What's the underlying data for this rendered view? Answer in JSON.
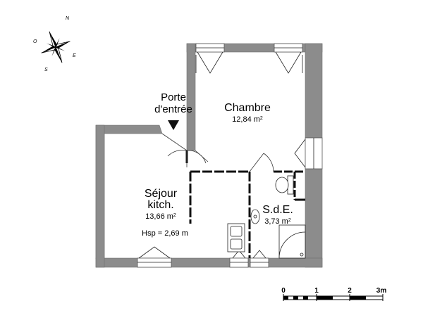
{
  "entry": {
    "line1": "Porte",
    "line2": "d'entrée"
  },
  "rooms": {
    "chambre": {
      "name": "Chambre",
      "area": "12,84 m",
      "sup": "2"
    },
    "sejour": {
      "name1": "Séjour",
      "name2": "kitch.",
      "area": "13,66 m",
      "sup": "2",
      "height": "Hsp = 2,69 m"
    },
    "sde": {
      "name": "S.d.E.",
      "area": "3,73 m",
      "sup": "2"
    }
  },
  "compass": {
    "n": "N",
    "e": "E",
    "s": "S",
    "o": "O"
  },
  "scale": {
    "labels": [
      "0",
      "1",
      "2",
      "3m"
    ]
  },
  "colors": {
    "wall": "#8c8c8c",
    "wall_edge": "#6e6e6e",
    "partition": "#111111"
  }
}
